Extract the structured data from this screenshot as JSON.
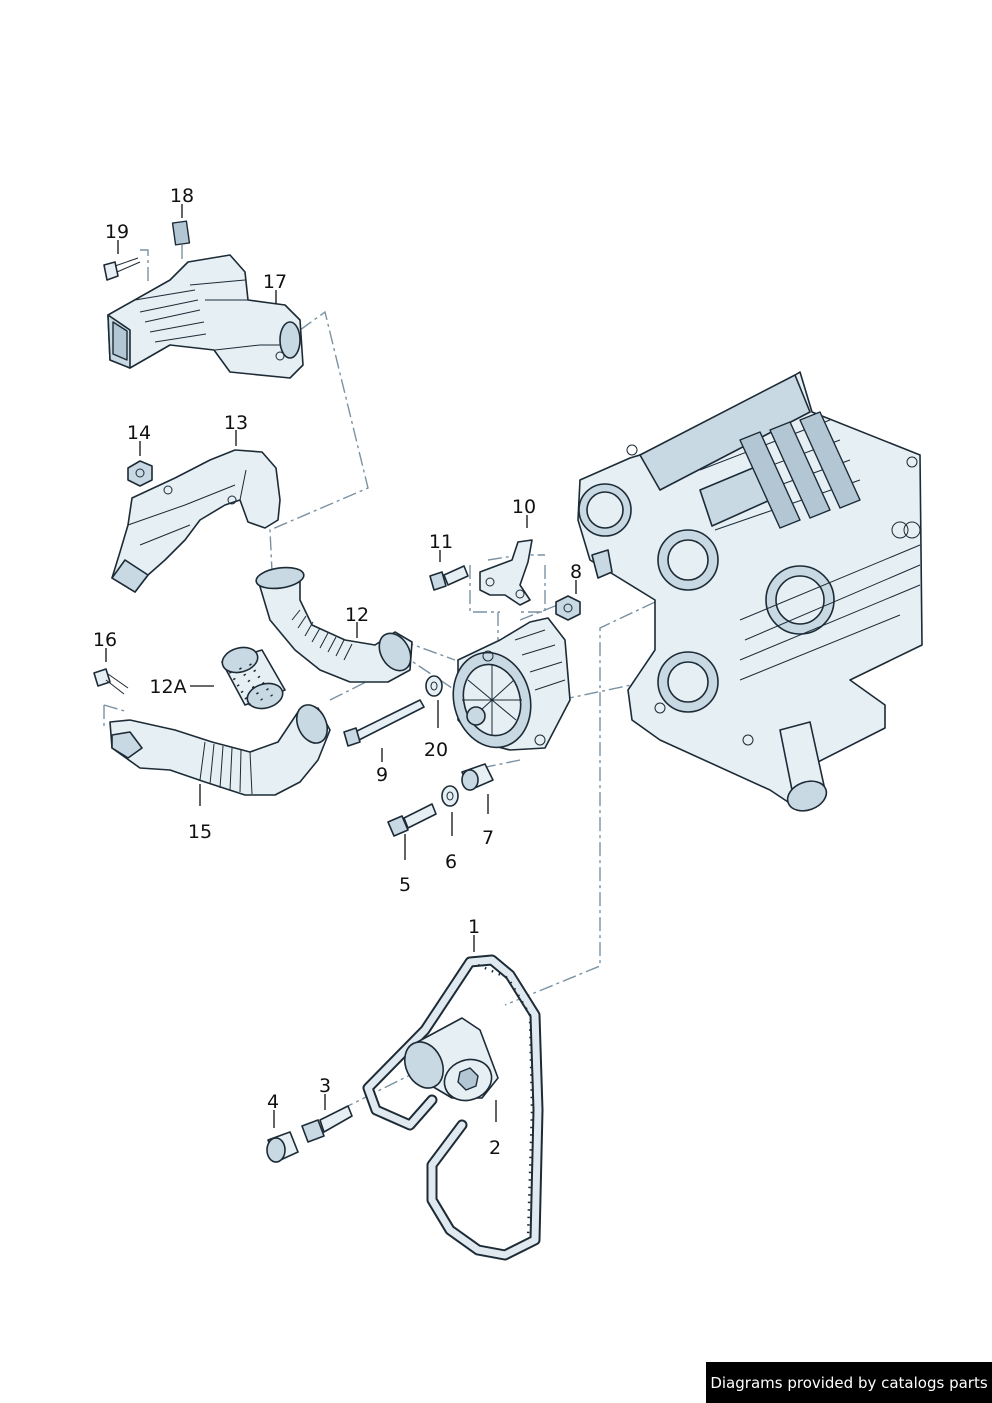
{
  "callouts": {
    "p1": "1",
    "p2": "2",
    "p3": "3",
    "p4": "4",
    "p5": "5",
    "p6": "6",
    "p7": "7",
    "p8": "8",
    "p9": "9",
    "p10": "10",
    "p11": "11",
    "p12": "12",
    "p12a": "12A",
    "p13": "13",
    "p14": "14",
    "p15": "15",
    "p16": "16",
    "p17": "17",
    "p18": "18",
    "p19": "19",
    "p20": "20"
  },
  "watermark": "Diagrams provided by catalogs parts"
}
